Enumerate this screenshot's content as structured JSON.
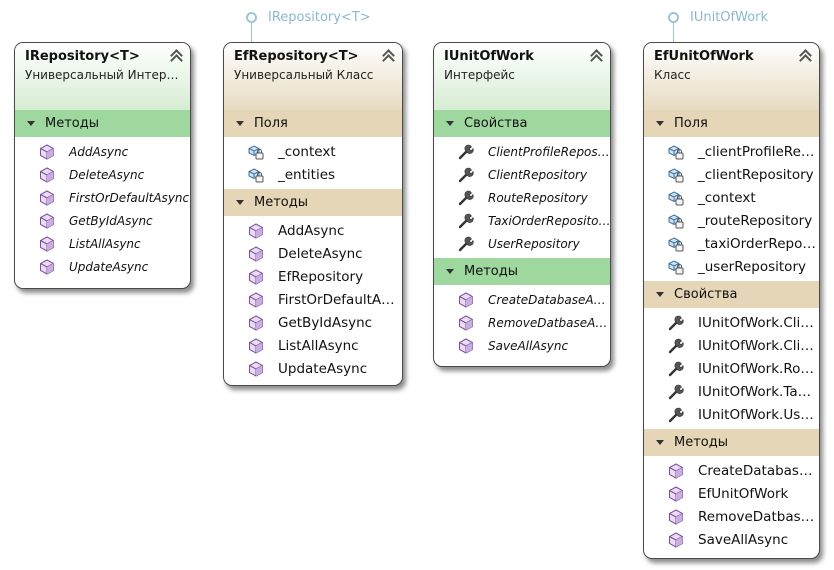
{
  "lollipops": [
    {
      "label": "IRepository<T>"
    },
    {
      "label": "IUnitOfWork"
    }
  ],
  "cards": {
    "irepository": {
      "title": "IRepository<T>",
      "subtitle": "Универсальный Интер…",
      "methods_header": "Методы",
      "methods": [
        "AddAsync",
        "DeleteAsync",
        "FirstOrDefaultAsync",
        "GetByIdAsync",
        "ListAllAsync",
        "UpdateAsync"
      ]
    },
    "efrepository": {
      "title": "EfRepository<T>",
      "subtitle": "Универсальный Класс",
      "fields_header": "Поля",
      "fields": [
        "_context",
        "_entities"
      ],
      "methods_header": "Методы",
      "methods": [
        "AddAsync",
        "DeleteAsync",
        "EfRepository",
        "FirstOrDefaultA…",
        "GetByIdAsync",
        "ListAllAsync",
        "UpdateAsync"
      ]
    },
    "iunitofwork": {
      "title": "IUnitOfWork",
      "subtitle": "Интерфейс",
      "props_header": "Свойства",
      "props": [
        "ClientProfileRepos…",
        "ClientRepository",
        "RouteRepository",
        "TaxiOrderReposito…",
        "UserRepository"
      ],
      "methods_header": "Методы",
      "methods": [
        "CreateDatabaseA…",
        "RemoveDatbaseA…",
        "SaveAllAsync"
      ]
    },
    "efunitofwork": {
      "title": "EfUnitOfWork",
      "subtitle": "Класс",
      "fields_header": "Поля",
      "fields": [
        "_clientProfileRe…",
        "_clientRepository",
        "_context",
        "_routeRepository",
        "_taxiOrderRepo…",
        "_userRepository"
      ],
      "props_header": "Свойства",
      "props": [
        "IUnitOfWork.Cli…",
        "IUnitOfWork.Cli…",
        "IUnitOfWork.Ro…",
        "IUnitOfWork.Ta…",
        "IUnitOfWork.Us…"
      ],
      "methods_header": "Методы",
      "methods": [
        "CreateDatabas…",
        "EfUnitOfWork",
        "RemoveDatbas…",
        "SaveAllAsync"
      ]
    }
  },
  "colors": {
    "interface_section": "#9ed89f",
    "class_section": "#e4d6b6",
    "border": "#4a4a4a",
    "lollipop": "#9ec5d6"
  },
  "icons": {
    "method": "method-cube-icon",
    "field": "field-icon",
    "property": "property-wrench-icon"
  }
}
